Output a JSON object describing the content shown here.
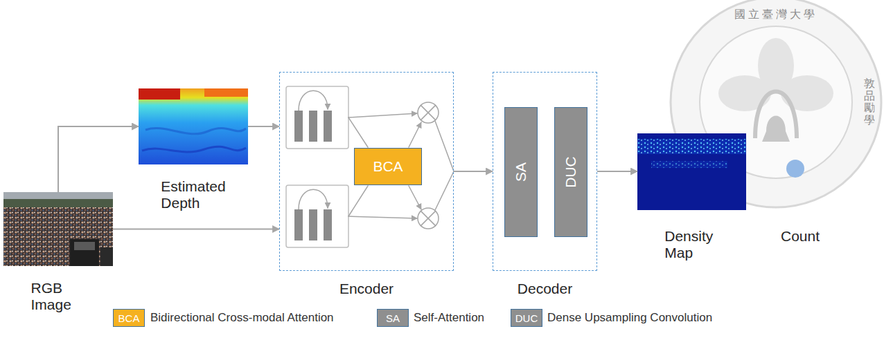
{
  "diagram": {
    "nodes": [
      {
        "text": [
          "RGB Image"
        ]
      },
      {
        "text": [
          "Estimated Depth"
        ]
      },
      {
        "text": [
          "Encoder"
        ]
      },
      {
        "text": [
          "BCA"
        ],
        "in": 2
      },
      {
        "text": [
          "Decoder"
        ]
      },
      {
        "text": [
          "SA"
        ],
        "in": 4
      },
      {
        "text": [
          "DUC"
        ],
        "in": 4
      },
      {
        "text": [
          "Density Map"
        ]
      }
    ],
    "edges": [
      {
        "from": 0,
        "to": 1,
        "arrow": "to"
      },
      {
        "from": 1,
        "to": 2,
        "arrow": "to"
      },
      {
        "from": 0,
        "to": 2,
        "arrow": "to"
      },
      {
        "from": 2,
        "to": 4,
        "arrow": "to"
      },
      {
        "from": 4,
        "to": 7,
        "arrow": "to"
      }
    ],
    "labels": [
      "Count",
      "BCA",
      "SA",
      "DUC",
      "國立臺灣大學",
      "敦品勵學"
    ],
    "legend": [
      {
        "text": "Bidirectional Cross-modal Attention",
        "color": "#f5b120"
      },
      {
        "text": "Self-Attention",
        "color": "#8f8f8f"
      },
      {
        "text": "Dense Upsampling Convolution",
        "color": "#8f8f8f"
      }
    ]
  }
}
